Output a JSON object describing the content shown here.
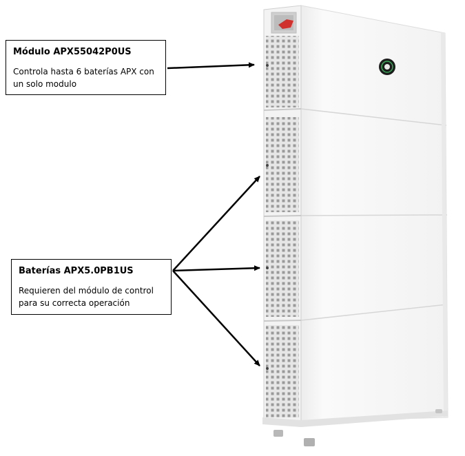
{
  "callouts": {
    "module": {
      "title": "Módulo APX55042P0US",
      "description": "Controla hasta 6 baterías APX con un solo modulo"
    },
    "battery": {
      "title": "Baterías APX5.0PB1US",
      "description": "Requieren del módulo de control para su correcta operación"
    }
  },
  "colors": {
    "cabinet_body": "#f7f7f7",
    "cabinet_side": "#ffffff",
    "grille_bg": "#e4e4e4",
    "grille_holes": "#9a9a9a",
    "seam": "#d8d8d8",
    "logo_ring": "#1c1c1c",
    "handle_red": "#d0312d",
    "arrow": "#000000"
  },
  "icons": {
    "logo": "circular-logo-icon",
    "handle": "red-handle-icon"
  }
}
